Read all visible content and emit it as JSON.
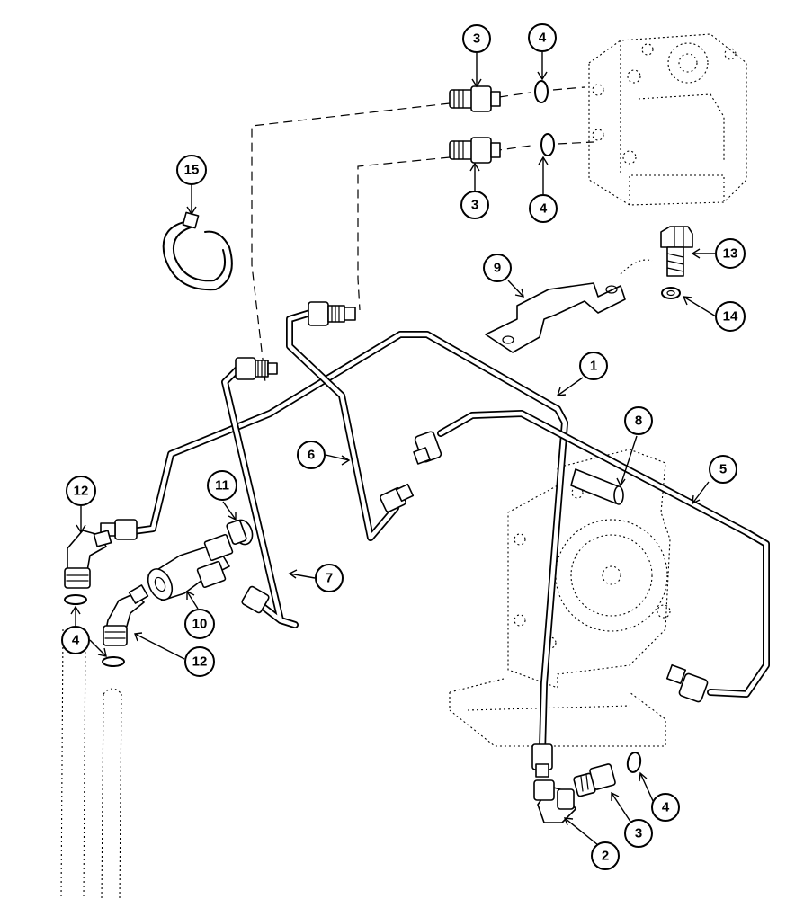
{
  "callouts": [
    {
      "id": "c3a",
      "label": "3"
    },
    {
      "id": "c4a",
      "label": "4"
    },
    {
      "id": "c3b",
      "label": "3"
    },
    {
      "id": "c4b",
      "label": "4"
    },
    {
      "id": "c15",
      "label": "15"
    },
    {
      "id": "c13",
      "label": "13"
    },
    {
      "id": "c9",
      "label": "9"
    },
    {
      "id": "c14",
      "label": "14"
    },
    {
      "id": "c1",
      "label": "1"
    },
    {
      "id": "c8",
      "label": "8"
    },
    {
      "id": "c6",
      "label": "6"
    },
    {
      "id": "c5",
      "label": "5"
    },
    {
      "id": "c12a",
      "label": "12"
    },
    {
      "id": "c11",
      "label": "11"
    },
    {
      "id": "c7",
      "label": "7"
    },
    {
      "id": "c10",
      "label": "10"
    },
    {
      "id": "c4c",
      "label": "4"
    },
    {
      "id": "c12b",
      "label": "12"
    },
    {
      "id": "c4d",
      "label": "4"
    },
    {
      "id": "c3c",
      "label": "3"
    },
    {
      "id": "c2",
      "label": "2"
    }
  ]
}
